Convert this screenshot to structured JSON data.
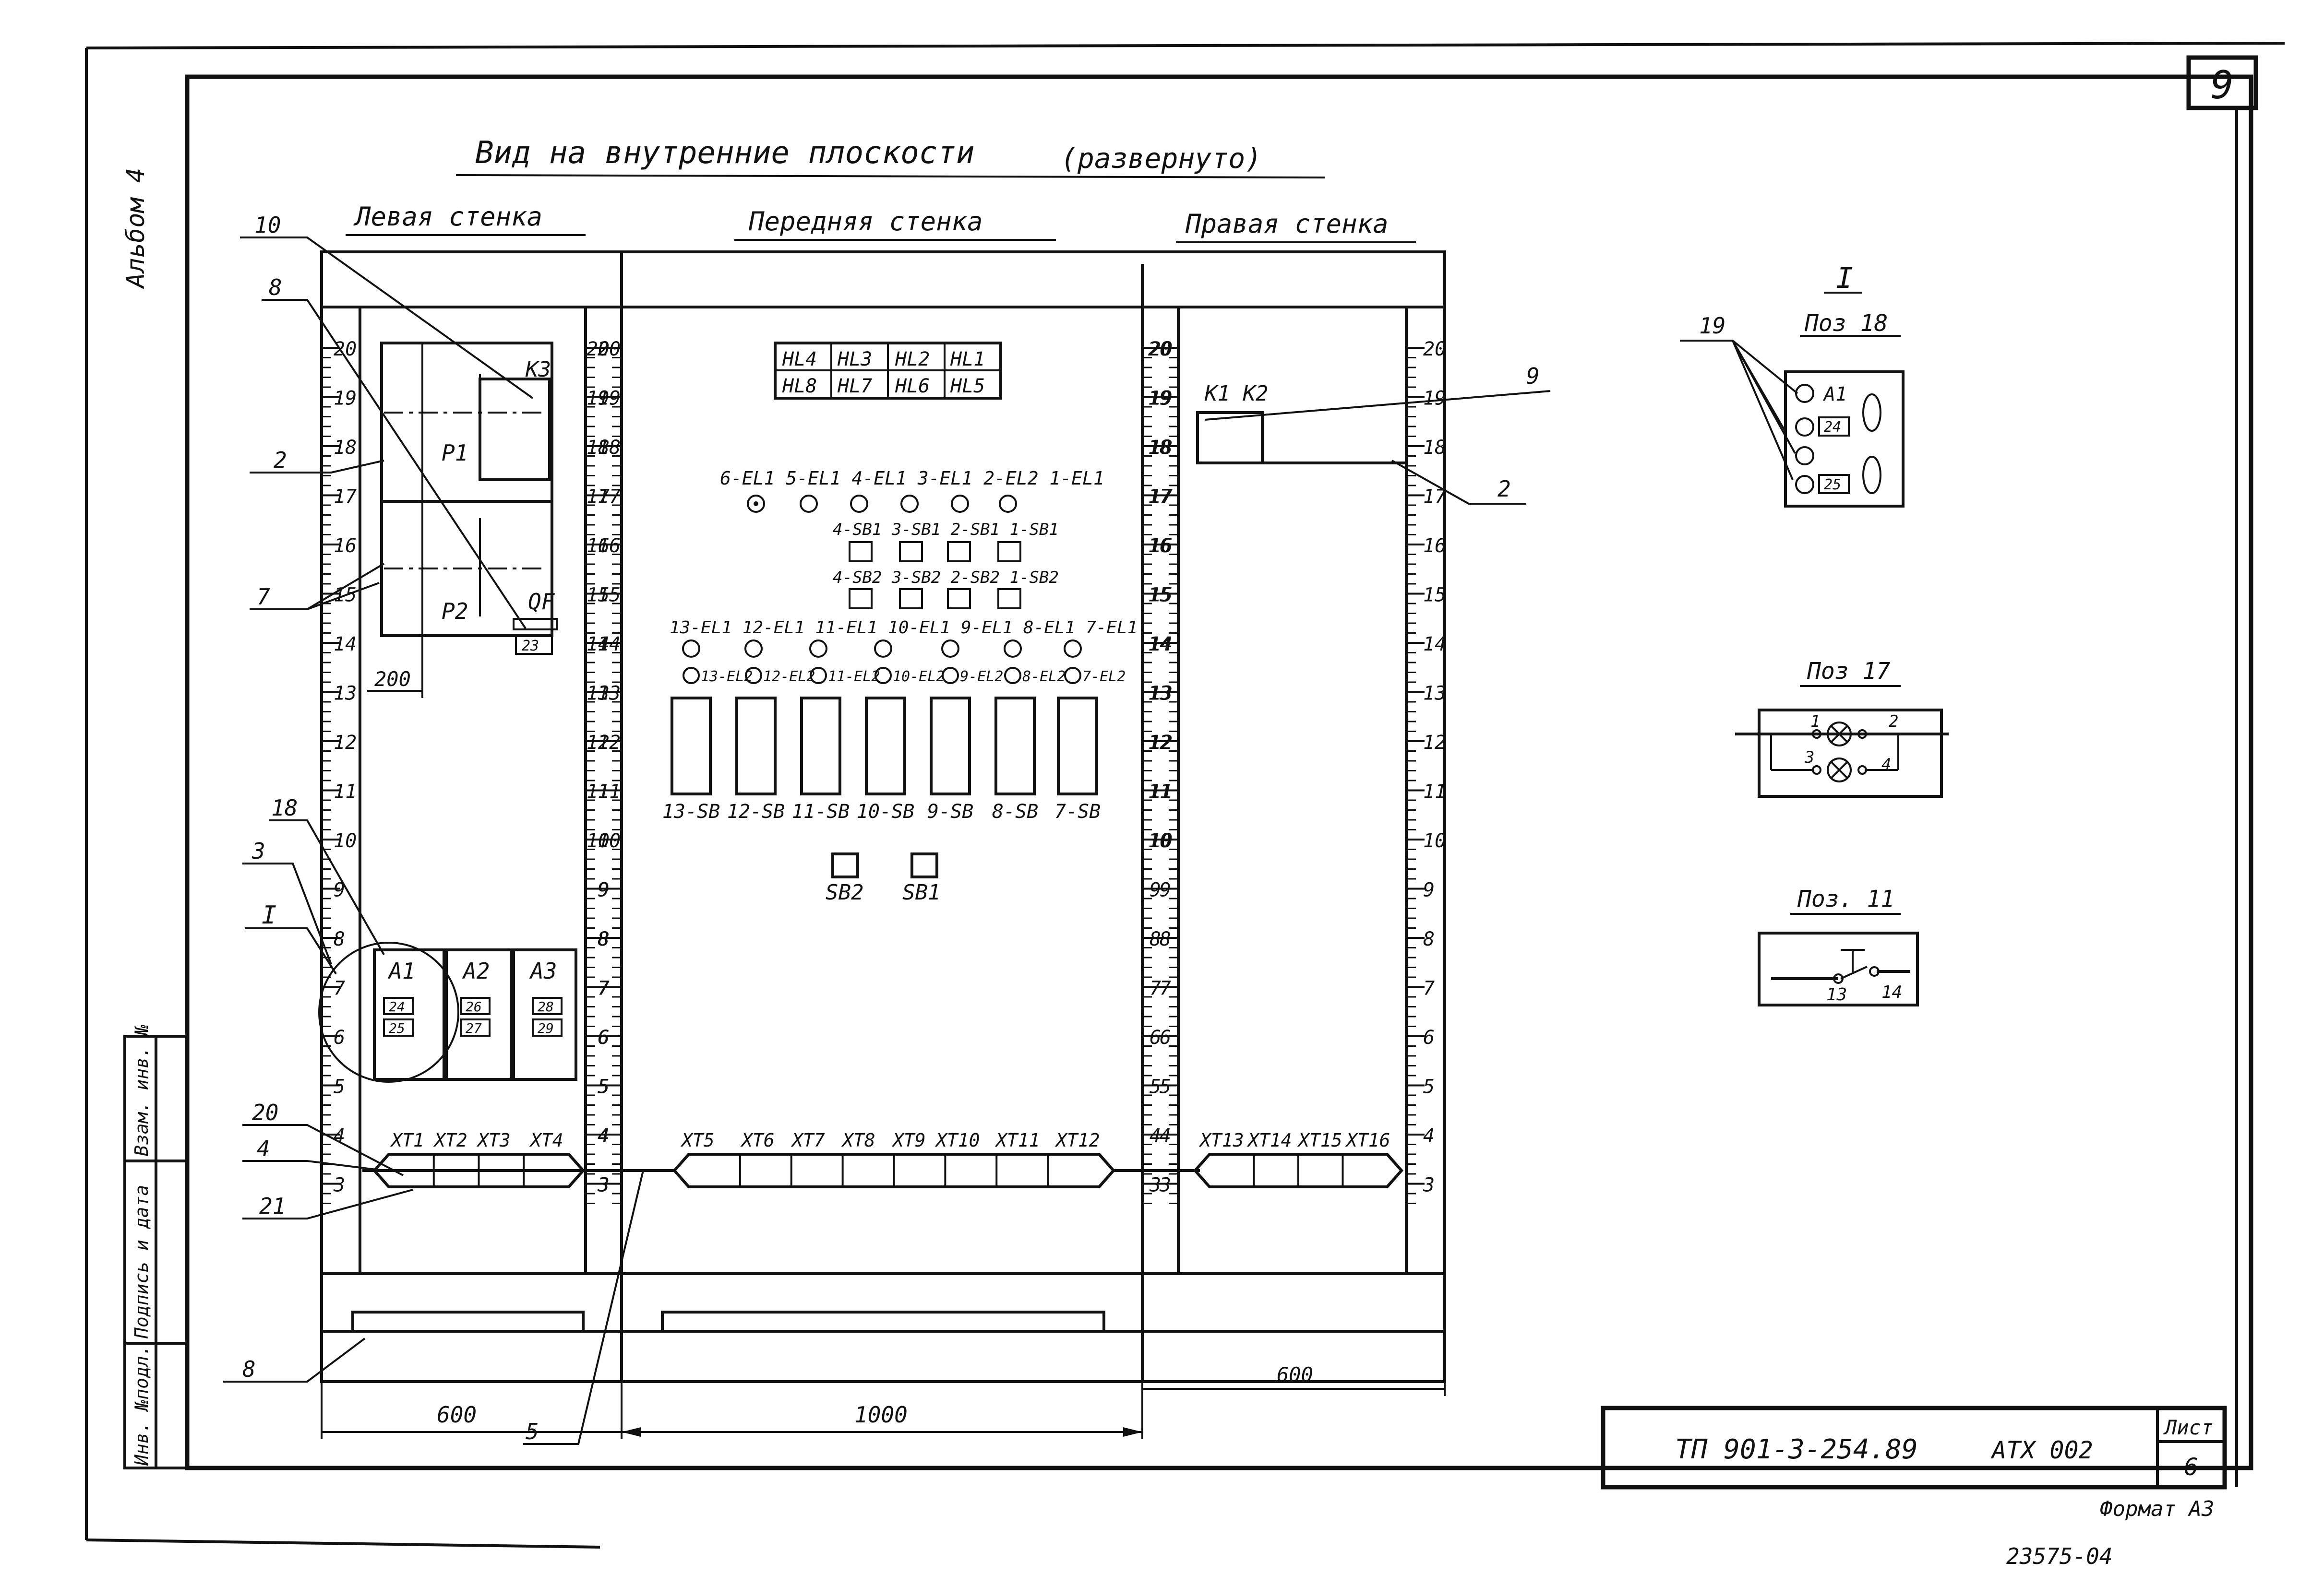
{
  "sheet_number": "9",
  "album": "Альбом 4",
  "title": "Вид на внутренние плоскости",
  "title_note": "(развернуто)",
  "sections": {
    "left": "Левая стенка",
    "front": "Передняя стенка",
    "right": "Правая стенка"
  },
  "scale_left": [
    "20",
    "19",
    "18",
    "17",
    "16",
    "15",
    "14",
    "13",
    "12",
    "11",
    "10",
    "9",
    "8",
    "7",
    "6",
    "5",
    "4",
    "3"
  ],
  "scale_mid": [
    "20",
    "19",
    "18",
    "17",
    "16",
    "15",
    "14",
    "13",
    "12",
    "11",
    "10",
    "9",
    "8",
    "7",
    "6",
    "5",
    "4",
    "3"
  ],
  "scale_right": [
    "20",
    "19",
    "18",
    "17",
    "16",
    "15",
    "14",
    "13",
    "12",
    "11",
    "10",
    "9",
    "8",
    "7",
    "6",
    "5",
    "4",
    "3"
  ],
  "leaders": {
    "n10": "10",
    "n8a": "8",
    "n2a": "2",
    "n7": "7",
    "n18": "18",
    "n3": "3",
    "nI": "I",
    "n20": "20",
    "n4": "4",
    "n21": "21",
    "n8b": "8",
    "n5": "5",
    "n9": "9",
    "n2b": "2",
    "n19": "19"
  },
  "left_wall": {
    "k3": "K3",
    "p1": "P1",
    "p2": "P2",
    "qf": "QF",
    "tag23": "23",
    "dim200": "200",
    "a1": "A1",
    "a2": "A2",
    "a3": "A3",
    "tags": [
      "24",
      "25",
      "26",
      "27",
      "28",
      "29"
    ]
  },
  "lamps": {
    "row1": [
      "HL4",
      "HL3",
      "HL2",
      "HL1"
    ],
    "row2": [
      "HL8",
      "HL7",
      "HL6",
      "HL5"
    ]
  },
  "front_labels": {
    "el_top": "6-EL1  5-EL1  4-EL1  3-EL1  2-EL2  1-EL1",
    "sb1_row": "4-SB1  3-SB1  2-SB1  1-SB1",
    "sb2_row": "4-SB2  3-SB2  2-SB2  1-SB2",
    "el_mid": "13-EL1  12-EL1  11-EL1  10-EL1  9-EL1  8-EL1  7-EL1",
    "el2_row": [
      "13-EL2",
      "12-EL2",
      "11-EL2",
      "10-EL2",
      "9-EL2",
      "8-EL2",
      "7-EL2"
    ],
    "sb_big": [
      "13-SB",
      "12-SB",
      "11-SB",
      "10-SB",
      "9-SB",
      "8-SB",
      "7-SB"
    ],
    "sb2": "SB2",
    "sb1": "SB1"
  },
  "right_wall": {
    "k1k2": "K1  K2"
  },
  "terminals": {
    "left": [
      "XT1",
      "XT2",
      "XT3",
      "XT4"
    ],
    "front": [
      "XT5",
      "XT6",
      "XT7",
      "XT8",
      "XT9",
      "XT10",
      "XT11",
      "XT12"
    ],
    "right": [
      "XT13",
      "XT14",
      "XT15",
      "XT16"
    ]
  },
  "dims": {
    "left": "600",
    "front": "1000",
    "right": "600"
  },
  "detail_I": {
    "mark": "I",
    "title": "Поз 18",
    "a1": "A1",
    "tag24": "24",
    "tag25": "25"
  },
  "detail_17": {
    "title": "Поз 17",
    "pins": [
      "1",
      "2",
      "3",
      "4"
    ]
  },
  "detail_11": {
    "title": "Поз. 11",
    "pins": [
      "13",
      "14"
    ]
  },
  "side_stamp": [
    "Инв. №подл.",
    "Подпись и дата",
    "Взам. инв. №"
  ],
  "title_block": {
    "code": "ТП 901-3-254.89",
    "doc": "АТХ 002",
    "sheet_label": "Лист",
    "sheet_no": "6"
  },
  "format": "Формат А3",
  "archive_no": "23575-04"
}
